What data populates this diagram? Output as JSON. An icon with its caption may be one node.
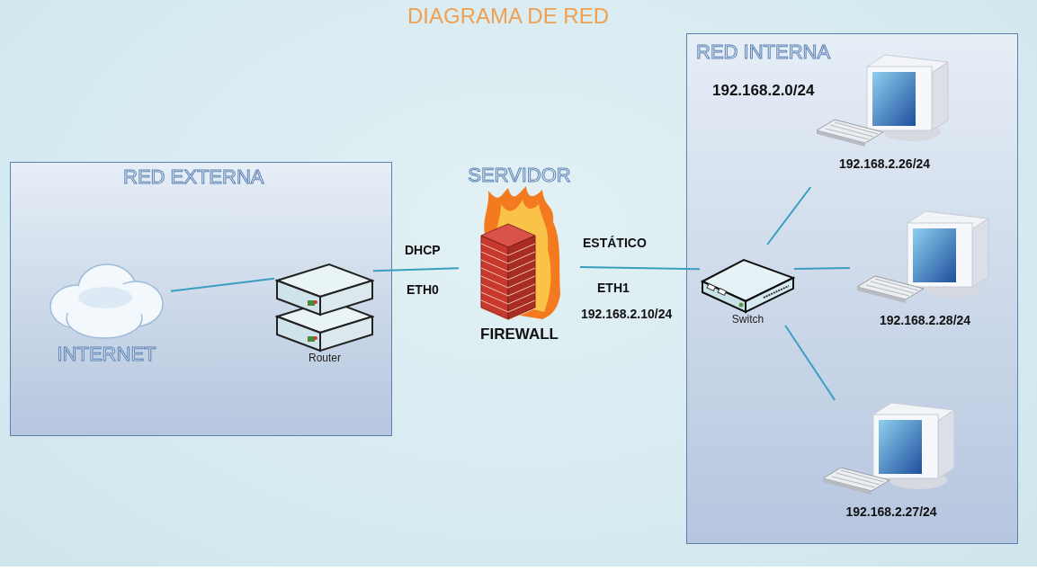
{
  "diagram": {
    "title": "DIAGRAMA DE RED",
    "nodes": [
      {
        "text": [
          "RED EXTERNA"
        ]
      },
      {
        "text": [
          "INTERNET"
        ],
        "in": 0
      },
      {
        "text": [
          "Router"
        ],
        "in": 0
      },
      {
        "text": [
          "SERVIDOR",
          "FIREWALL"
        ]
      },
      {
        "text": [
          "RED INTERNA",
          "192.168.2.0/24"
        ]
      },
      {
        "text": [
          "Switch"
        ],
        "in": 4
      },
      {
        "text": [
          "192.168.2.26/24"
        ],
        "in": 4
      },
      {
        "text": [
          "192.168.2.28/24"
        ],
        "in": 4
      },
      {
        "text": [
          "192.168.2.27/24"
        ],
        "in": 4
      }
    ],
    "edges": [
      {
        "from": 1,
        "to": 2,
        "arrow": "none"
      },
      {
        "from": 2,
        "to": 3,
        "arrow": "none"
      },
      {
        "from": 3,
        "to": 5,
        "arrow": "none"
      },
      {
        "from": 5,
        "to": 6,
        "arrow": "none"
      },
      {
        "from": 5,
        "to": 7,
        "arrow": "none"
      },
      {
        "from": 5,
        "to": 8,
        "arrow": "none"
      }
    ],
    "labels": [
      "DHCP",
      "ESTÁTICO",
      "ETH0",
      "ETH1",
      "192.168.2.10/24"
    ]
  }
}
